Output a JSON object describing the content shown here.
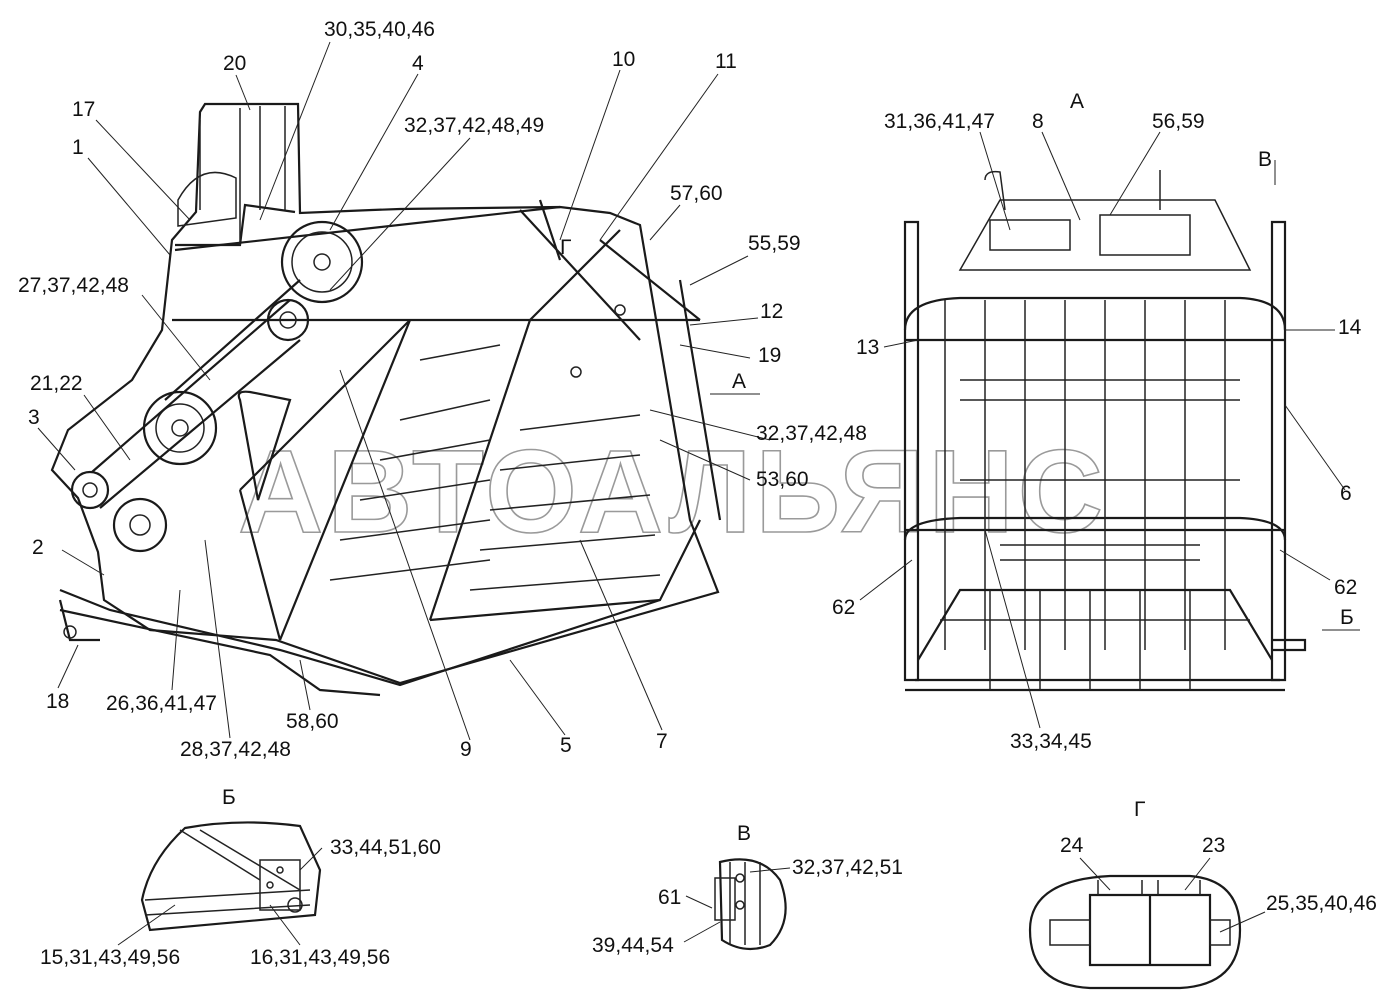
{
  "watermark": "АВТОАЛЬЯНС",
  "main_view": {
    "labels": [
      "30,35,40,46",
      "20",
      "4",
      "17",
      "1",
      "32,37,42,48,49",
      "10",
      "11",
      "57,60",
      "55,59",
      "Г",
      "12",
      "19",
      "27,37,42,48",
      "21,22",
      "3",
      "А",
      "32,37,42,48",
      "53,60",
      "2",
      "18",
      "26,36,41,47",
      "58,60",
      "28,37,42,48",
      "9",
      "5",
      "7"
    ]
  },
  "view_a": {
    "title": "А",
    "labels": [
      "31,36,41,47",
      "8",
      "56,59",
      "В",
      "13",
      "14",
      "6",
      "62",
      "62",
      "Б",
      "33,34,45"
    ]
  },
  "view_b": {
    "title": "Б",
    "labels": [
      "33,44,51,60",
      "15,31,43,49,56",
      "16,31,43,49,56"
    ]
  },
  "view_v": {
    "title": "В",
    "labels": [
      "32,37,42,51",
      "61",
      "39,44,54"
    ]
  },
  "view_g": {
    "title": "Г",
    "labels": [
      "24",
      "23",
      "25,35,40,46"
    ]
  }
}
